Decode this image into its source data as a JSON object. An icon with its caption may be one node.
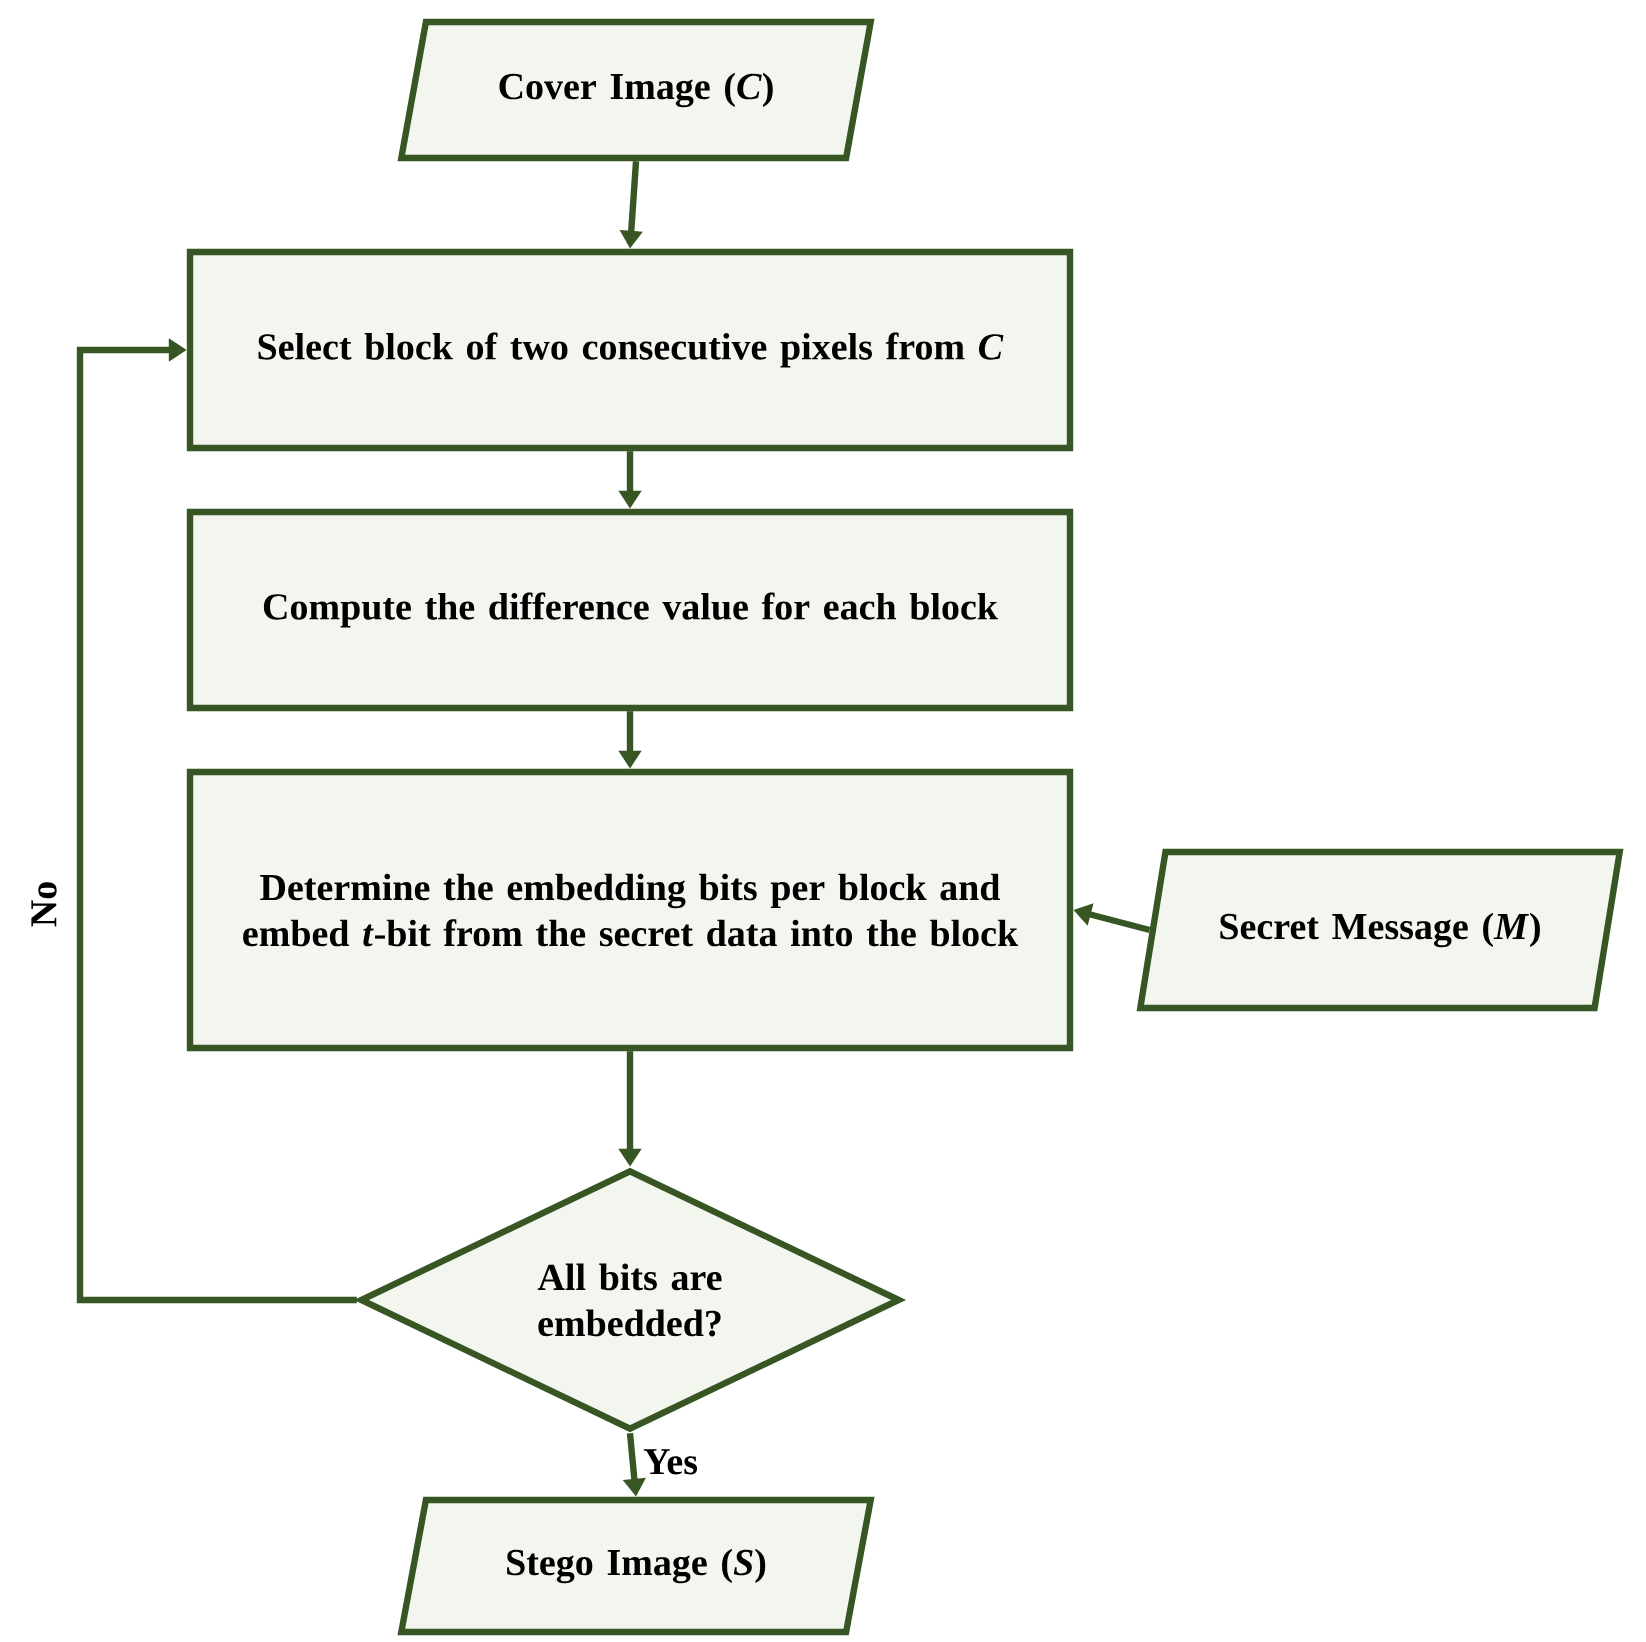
{
  "diagram": {
    "nodes": [
      {
        "text": [
          "Cover Image (*C*)"
        ]
      },
      {
        "text": [
          "Select block of two consecutive pixels from *C*"
        ]
      },
      {
        "text": [
          "Compute the difference value for each block"
        ]
      },
      {
        "text": [
          "Determine the embedding bits per block and embed *t*-bit from the secret data into the block"
        ]
      },
      {
        "text": [
          "Secret Message (*M*)"
        ]
      },
      {
        "text": [
          "All bits are embedded?"
        ]
      },
      {
        "text": [
          "Stego Image (*S*)"
        ]
      }
    ],
    "edges": [
      {
        "from": 0,
        "to": 1,
        "arrow": "to"
      },
      {
        "from": 1,
        "to": 2,
        "arrow": "to"
      },
      {
        "from": 2,
        "to": 3,
        "arrow": "to"
      },
      {
        "from": 4,
        "to": 3,
        "arrow": "to"
      },
      {
        "from": 3,
        "to": 5,
        "arrow": "to"
      },
      {
        "from": 5,
        "to": 6,
        "arrow": "to",
        "label": "Yes"
      },
      {
        "from": 5,
        "to": 1,
        "arrow": "to",
        "label": "No"
      }
    ]
  }
}
